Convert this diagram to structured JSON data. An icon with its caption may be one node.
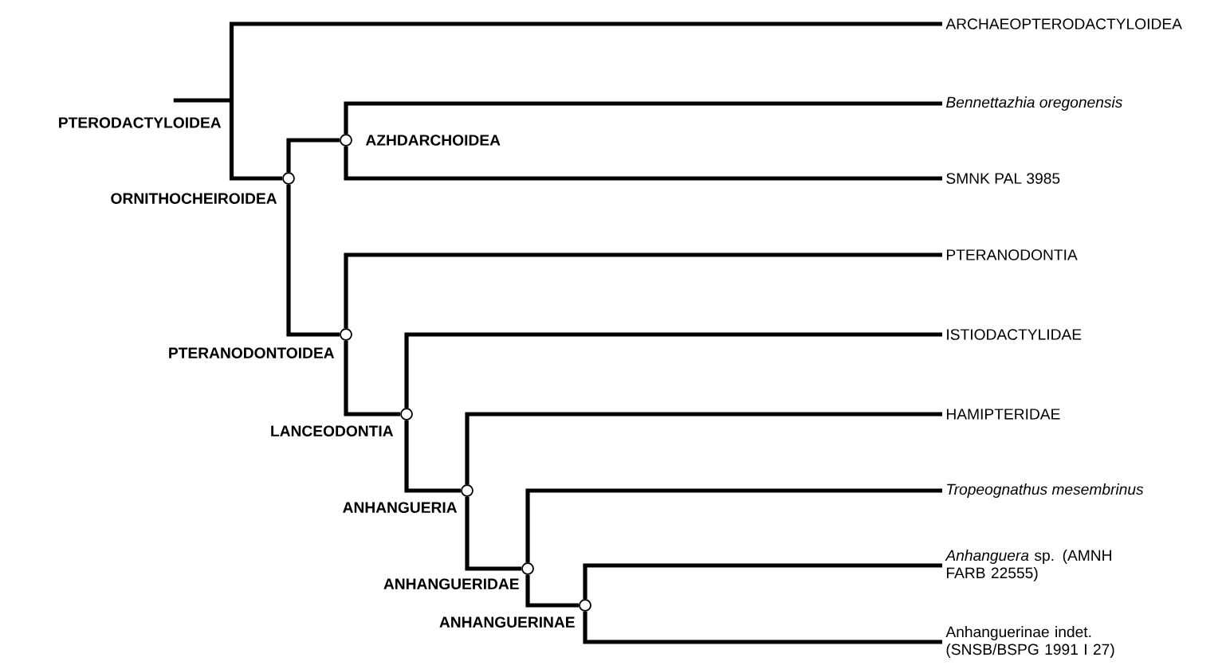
{
  "diagram": {
    "nodes": [
      {
        "text": [],
        "shape": "bar",
        "beside": [
          "PTERODACTYLOIDEA"
        ]
      },
      {
        "text": [
          "ARCHAEOPTERODACTYLOIDEA"
        ]
      },
      {
        "text": [],
        "shape": "circle",
        "beside": [
          "ORNITHOCHEIROIDEA"
        ]
      },
      {
        "text": [],
        "shape": "circle",
        "beside": [
          "AZHDARCHOIDEA"
        ]
      },
      {
        "text": [
          "*Bennettazhia oregonensis*"
        ]
      },
      {
        "text": [
          "SMNK PAL 3985"
        ]
      },
      {
        "text": [],
        "shape": "circle",
        "beside": [
          "PTERANODONTOIDEA"
        ]
      },
      {
        "text": [
          "PTERANODONTIA"
        ]
      },
      {
        "text": [],
        "shape": "circle",
        "beside": [
          "LANCEODONTIA"
        ]
      },
      {
        "text": [
          "ISTIODACTYLIDAE"
        ]
      },
      {
        "text": [],
        "shape": "circle",
        "beside": [
          "ANHANGUERIA"
        ]
      },
      {
        "text": [
          "HAMIPTERIDAE"
        ]
      },
      {
        "text": [],
        "shape": "circle",
        "beside": [
          "ANHANGUERIDAE"
        ]
      },
      {
        "text": [
          "*Tropeognathus mesembrinus*"
        ]
      },
      {
        "text": [],
        "shape": "circle",
        "beside": [
          "ANHANGUERINAE"
        ]
      },
      {
        "text": [
          "*Anhanguera* sp. (AMNH FARB 22555)"
        ]
      },
      {
        "text": [
          "Anhanguerinae indet. (SNSB/BSPG 1991 I 27)"
        ]
      }
    ],
    "edges": [
      {
        "from": 0,
        "to": 1,
        "arrow": "none"
      },
      {
        "from": 0,
        "to": 2,
        "arrow": "none"
      },
      {
        "from": 2,
        "to": 3,
        "arrow": "none"
      },
      {
        "from": 3,
        "to": 4,
        "arrow": "none"
      },
      {
        "from": 3,
        "to": 5,
        "arrow": "none"
      },
      {
        "from": 2,
        "to": 6,
        "arrow": "none"
      },
      {
        "from": 6,
        "to": 7,
        "arrow": "none"
      },
      {
        "from": 6,
        "to": 8,
        "arrow": "none"
      },
      {
        "from": 8,
        "to": 9,
        "arrow": "none"
      },
      {
        "from": 8,
        "to": 10,
        "arrow": "none"
      },
      {
        "from": 10,
        "to": 11,
        "arrow": "none"
      },
      {
        "from": 10,
        "to": 12,
        "arrow": "none"
      },
      {
        "from": 12,
        "to": 13,
        "arrow": "none"
      },
      {
        "from": 12,
        "to": 14,
        "arrow": "none"
      },
      {
        "from": 14,
        "to": 15,
        "arrow": "none"
      },
      {
        "from": 14,
        "to": 16,
        "arrow": "none"
      }
    ]
  }
}
